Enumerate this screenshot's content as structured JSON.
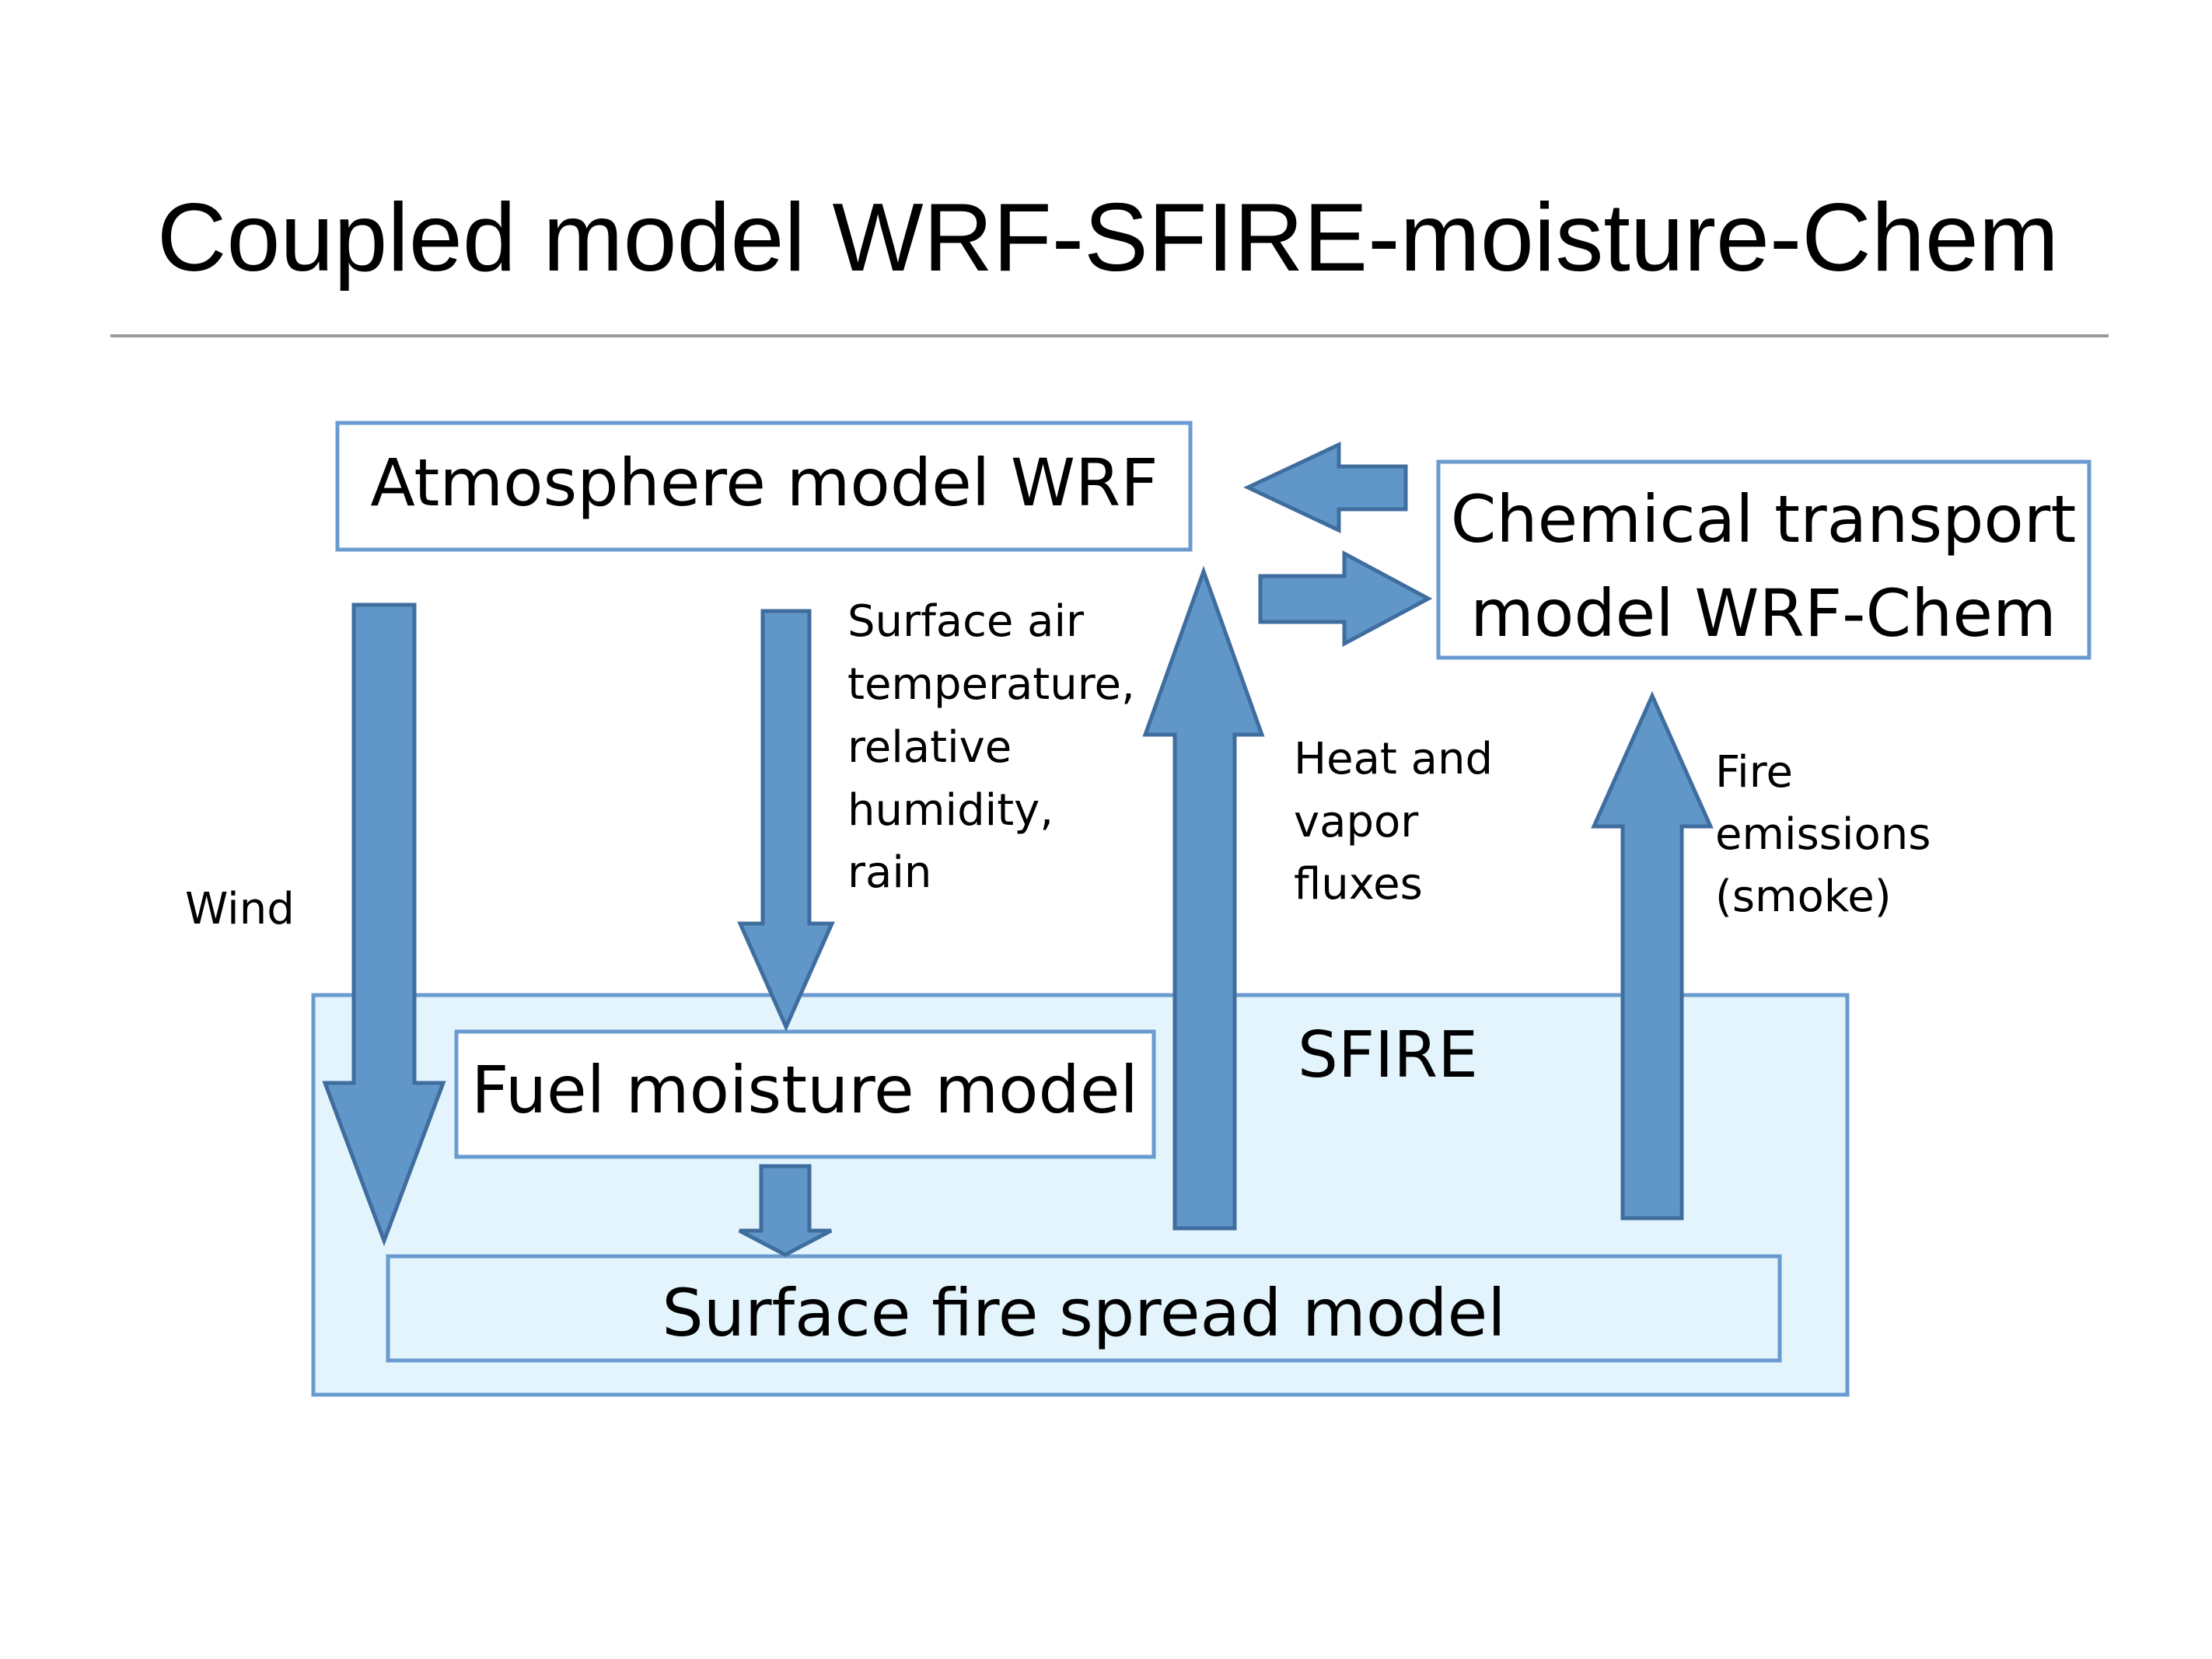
{
  "title": "Coupled model WRF-SFIRE-moisture-Chem",
  "colors": {
    "arrow_fill": "#6096C8",
    "arrow_stroke": "#3F6E9E",
    "box_stroke": "#6A9BD0",
    "sfire_fill": "#E3F4FC"
  },
  "boxes": {
    "atmosphere": "Atmosphere model WRF",
    "chemical_line1": "Chemical transport",
    "chemical_line2": "model WRF-Chem",
    "sfire": "SFIRE",
    "fuel_moisture": "Fuel moisture model",
    "fire_spread": "Surface fire spread model"
  },
  "labels": {
    "wind": "Wind",
    "surface": [
      "Surface air",
      "temperature,",
      "relative",
      "humidity,",
      "rain"
    ],
    "heat": [
      "Heat and",
      "vapor",
      "fluxes"
    ],
    "fire": [
      "Fire",
      "emissions",
      "(smoke)"
    ]
  }
}
